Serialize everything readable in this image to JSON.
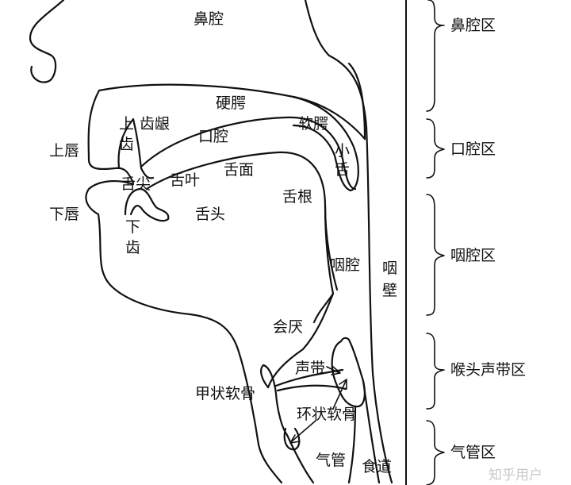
{
  "labels": {
    "nasal_cavity": "鼻腔",
    "hard_palate": "硬腭",
    "upper_teeth_1": "上",
    "upper_teeth_2": "齿",
    "alveolar_ridge": "齿龈",
    "soft_palate": "软腭",
    "upper_lip": "上唇",
    "oral_cavity": "口腔",
    "uvula_1": "小",
    "uvula_2": "舌",
    "tongue_tip": "舌尖",
    "tongue_blade": "舌叶",
    "tongue_front": "舌面",
    "tongue_root": "舌根",
    "lower_lip": "下唇",
    "tongue_body": "舌头",
    "lower_teeth_1": "下",
    "lower_teeth_2": "齿",
    "pharynx": "咽腔",
    "pharynx_wall_1": "咽",
    "pharynx_wall_2": "壁",
    "epiglottis": "会厌",
    "vocal_cords": "声带",
    "thyroid_cartilage": "甲状软骨",
    "cricoid_cartilage": "环状软骨",
    "trachea": "气管",
    "esophagus": "食道"
  },
  "zones": [
    "鼻腔区",
    "口腔区",
    "咽腔区",
    "喉头声带区",
    "气管区"
  ],
  "watermark": "知乎用户"
}
